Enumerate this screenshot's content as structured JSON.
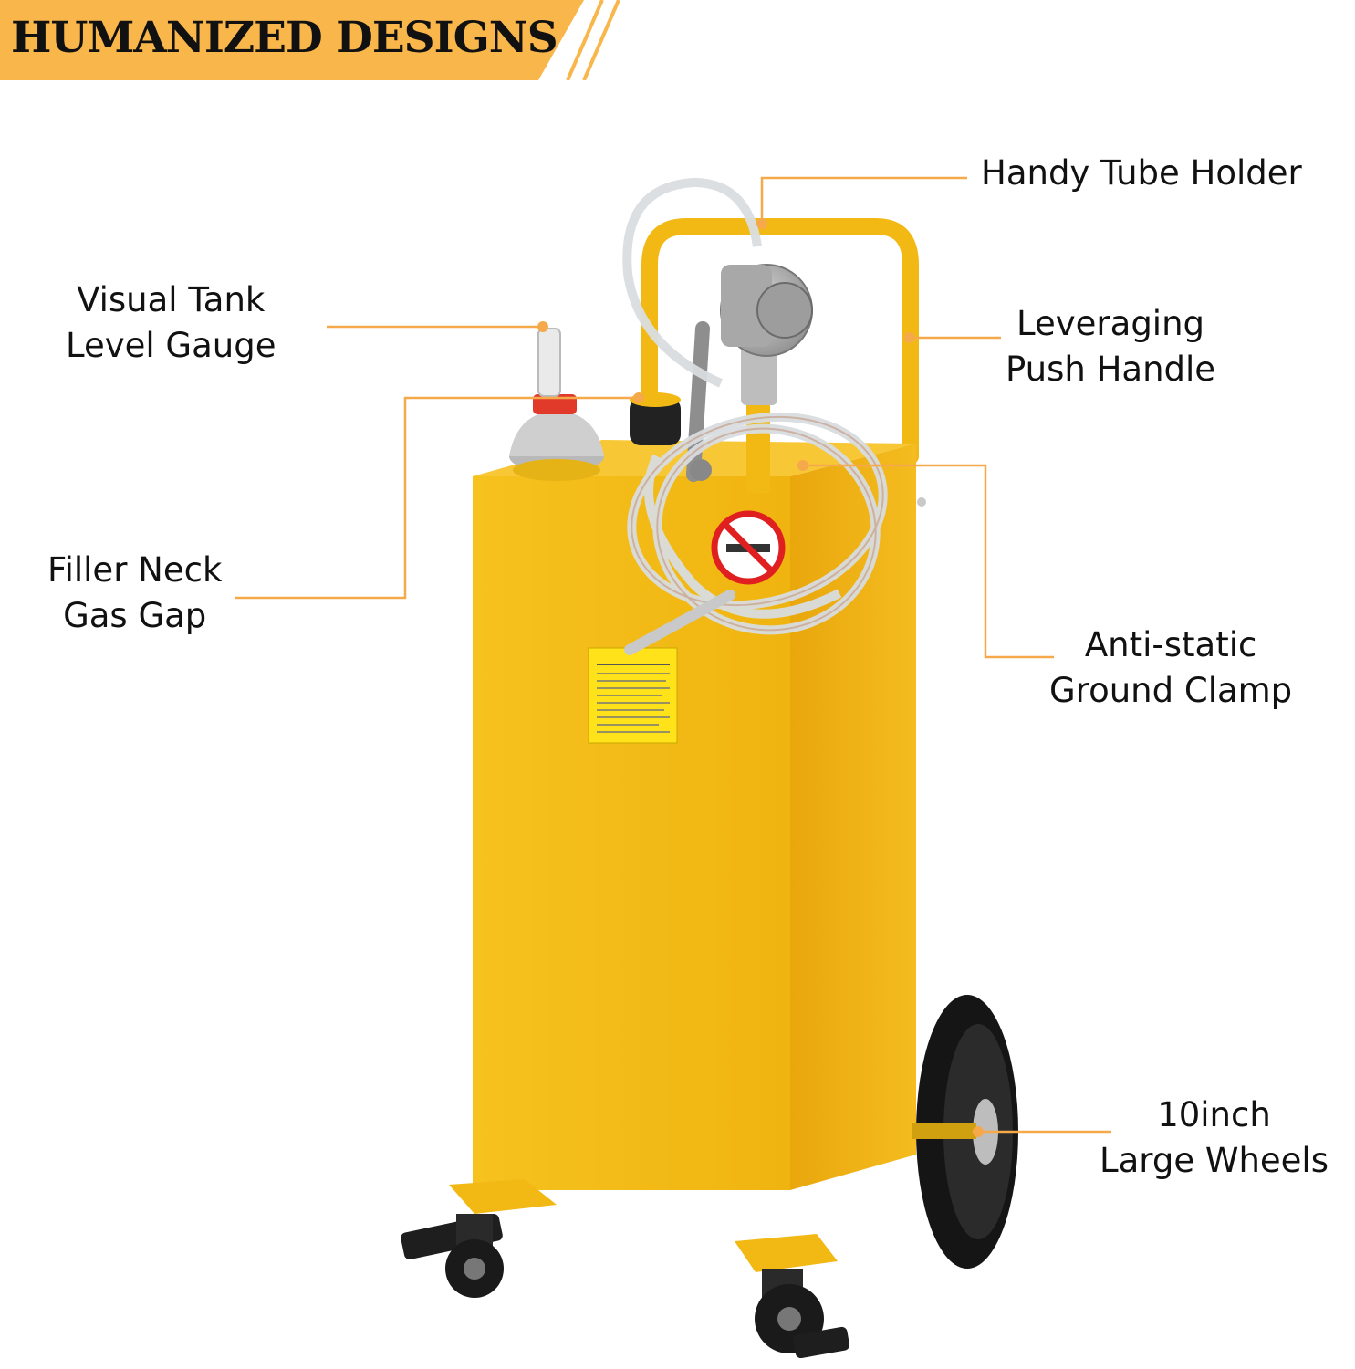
{
  "banner": {
    "title": "HUMANIZED DESIGNS",
    "color": "#F9B64A"
  },
  "accent_color": "#F5A94A",
  "product_color": "#F2B915",
  "callouts": {
    "tube_holder": {
      "line1": "Handy Tube Holder"
    },
    "tank_gauge": {
      "line1": "Visual Tank",
      "line2": "Level Gauge"
    },
    "push_handle": {
      "line1": "Leveraging",
      "line2": "Push Handle"
    },
    "filler_neck": {
      "line1": "Filler Neck",
      "line2": "Gas Gap"
    },
    "ground_clamp": {
      "line1": "Anti-static",
      "line2": "Ground Clamp"
    },
    "wheels": {
      "line1": "10inch",
      "line2": "Large Wheels"
    }
  }
}
